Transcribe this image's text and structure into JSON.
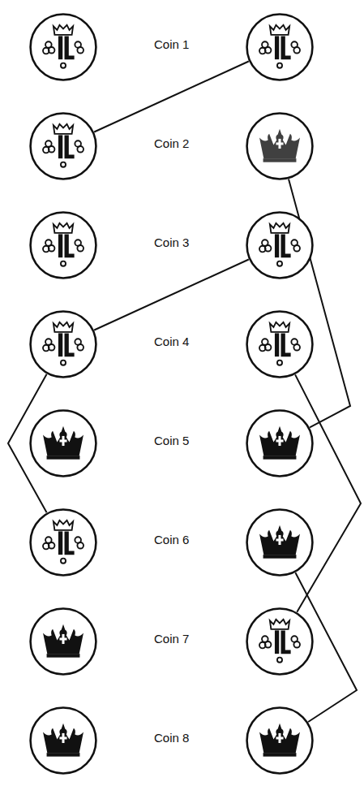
{
  "diagram": {
    "nodes": [
      {
        "text": []
      },
      {
        "text": []
      },
      {
        "text": []
      },
      {
        "text": []
      },
      {
        "text": []
      },
      {
        "text": []
      },
      {
        "text": []
      },
      {
        "text": []
      },
      {
        "text": []
      },
      {
        "text": []
      },
      {
        "text": []
      },
      {
        "text": []
      },
      {
        "text": []
      },
      {
        "text": []
      },
      {
        "text": []
      },
      {
        "text": []
      }
    ],
    "edges": [
      {
        "from": 1,
        "to": 2,
        "arrow": "none"
      },
      {
        "from": 5,
        "to": 6,
        "arrow": "none"
      },
      {
        "from": 6,
        "to": 10,
        "arrow": "none"
      },
      {
        "from": 3,
        "to": 9,
        "arrow": "none"
      },
      {
        "from": 7,
        "to": 13,
        "arrow": "none"
      },
      {
        "from": 11,
        "to": 15,
        "arrow": "none"
      }
    ],
    "labels": [
      "Coin 1",
      "Coin 2",
      "Coin 3",
      "Coin 4",
      "Coin 5",
      "Coin 6",
      "Coin 7",
      "Coin 8"
    ]
  }
}
